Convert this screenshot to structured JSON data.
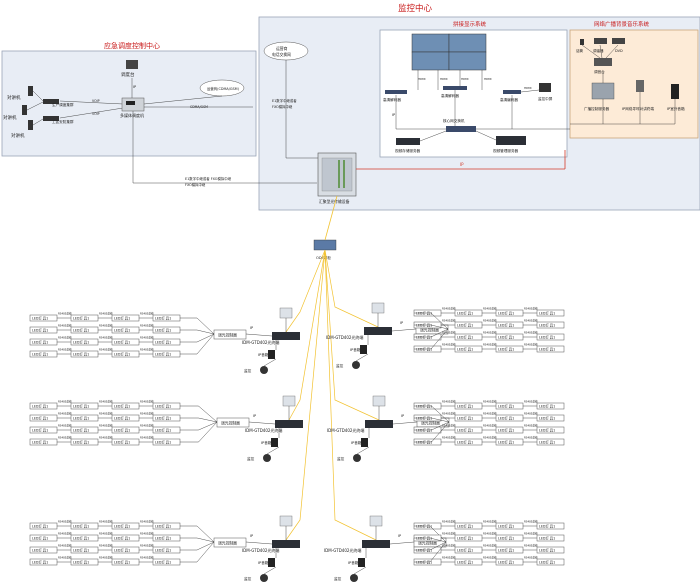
{
  "titles": {
    "monitor_center": "监控中心",
    "emergency": "应急调度控制中心",
    "splicing": "拼接显示系统",
    "broadcast": "网络广播背景音乐系统"
  },
  "emergency": {
    "walkie": "对讲机",
    "prod_cluster": "生产调度集群",
    "mgmt_cluster": "工区安防集群",
    "console": "调度台",
    "dispatcher": "多媒体调度机",
    "carrier": "运营商(CDMA/GSM)",
    "cdma": "CDMA/GSM",
    "voip": "VOIP",
    "ip": "IP"
  },
  "center": {
    "carrier_net": "运营商\n电话交换网",
    "e1_1": "E1数字中继或者\nFXO模拟中继",
    "e1_2": "E1数字中继或者\nFXO模拟中继",
    "aggregator": "汇聚型光传输设备",
    "ip": "IP",
    "odf": "ODF架柜"
  },
  "splicing": {
    "decoder1": "高清解码器",
    "decoder2": "高清解码器",
    "decoder3": "高清编码器",
    "monitor": "监控中屏",
    "hdmi": "HDMI",
    "l3switch": "核心网交换机",
    "storage": "视频存储服务器",
    "server": "视频管理服务器",
    "ip": "IP"
  },
  "broadcast": {
    "mic": "话筒",
    "tuner": "调谐器",
    "dvd": "DVD",
    "console": "调音台",
    "ctrl": "广播控制服务器",
    "paging": "IP网络寻呼对讲终端",
    "speaker": "IP室外音箱"
  },
  "node": {
    "led": "LED灯 具1",
    "ctrl": "调光控制器",
    "mod": "RS485总线",
    "ip": "IP",
    "device": "IDM-GTD402光终端",
    "phone": "IP音箱",
    "cam": "监控"
  },
  "colors": {
    "blue_box": "#e8edf5",
    "orange_box": "#fdebd7",
    "fiber": "#f2c230",
    "red_line": "#d23b2a",
    "title_red": "#c81818"
  }
}
